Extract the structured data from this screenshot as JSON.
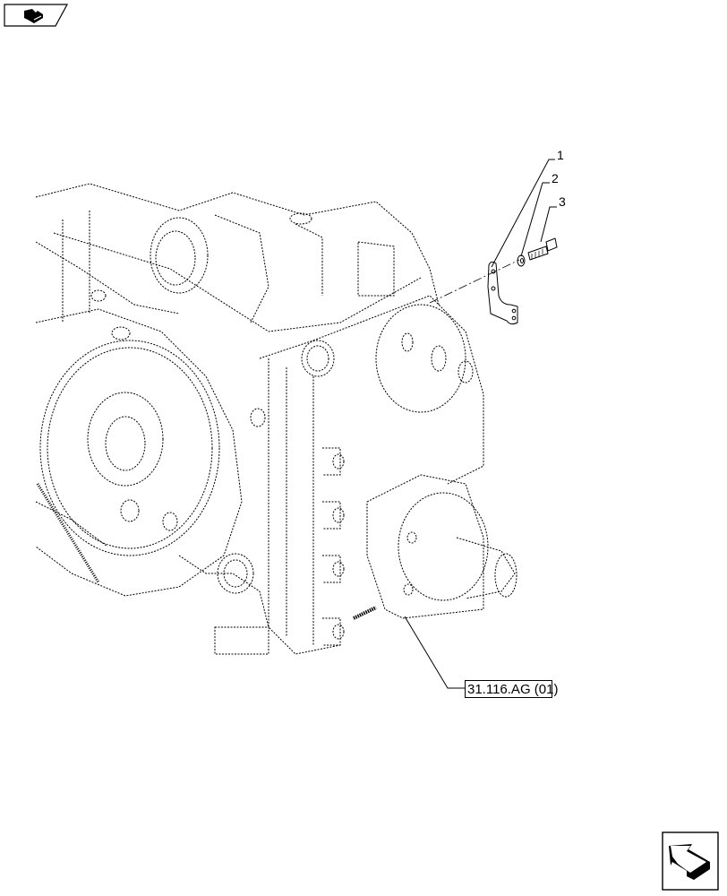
{
  "navigation": {
    "back_tab": {
      "icon": "book-arrow-back-icon"
    },
    "next_button": {
      "icon": "arrow-forward-icon"
    }
  },
  "diagram": {
    "subject": "engine block front assembly with mounting bracket",
    "line_color": "#000000",
    "background": "#ffffff",
    "callouts": [
      {
        "number": "1",
        "part": "bracket"
      },
      {
        "number": "2",
        "part": "washer"
      },
      {
        "number": "3",
        "part": "bolt"
      }
    ],
    "reference_label": "31.116.AG (01)"
  }
}
